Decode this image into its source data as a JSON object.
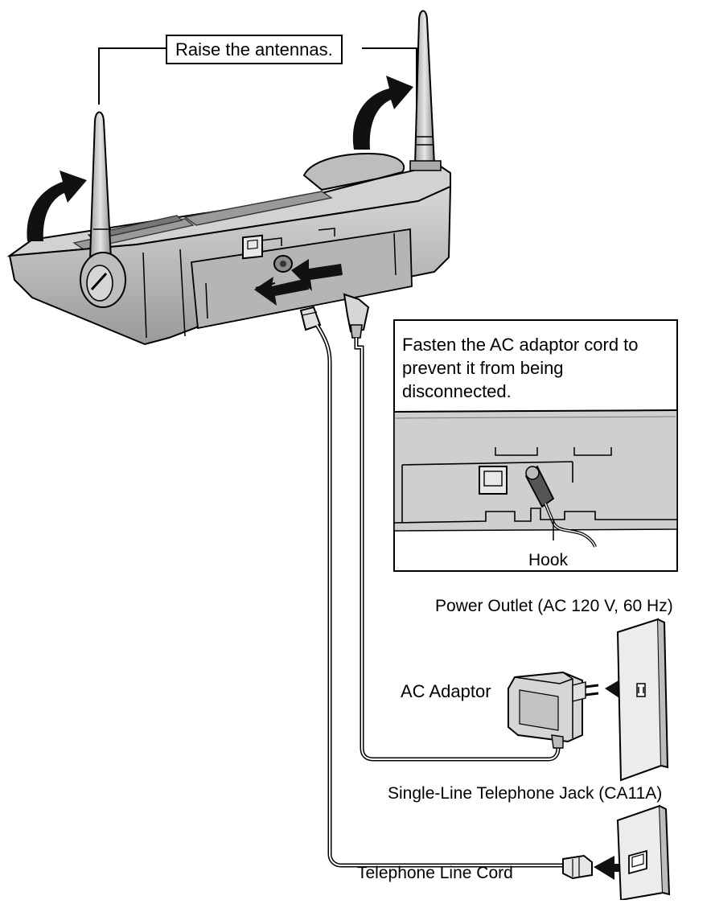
{
  "callouts": {
    "raise_antennas": "Raise the antennas.",
    "inset_note": "Fasten the AC adaptor cord to prevent it from being disconnected.",
    "hook": "Hook",
    "power_outlet": "Power Outlet (AC 120 V, 60 Hz)",
    "ac_adaptor": "AC Adaptor",
    "telephone_jack": "Single-Line Telephone Jack (CA11A)",
    "telephone_line_cord": "Telephone Line Cord"
  },
  "colors": {
    "body_fill": "#c4c4c4",
    "body_dark": "#8e8e8e",
    "line": "#000000",
    "arrow": "#111111",
    "background": "#ffffff"
  }
}
